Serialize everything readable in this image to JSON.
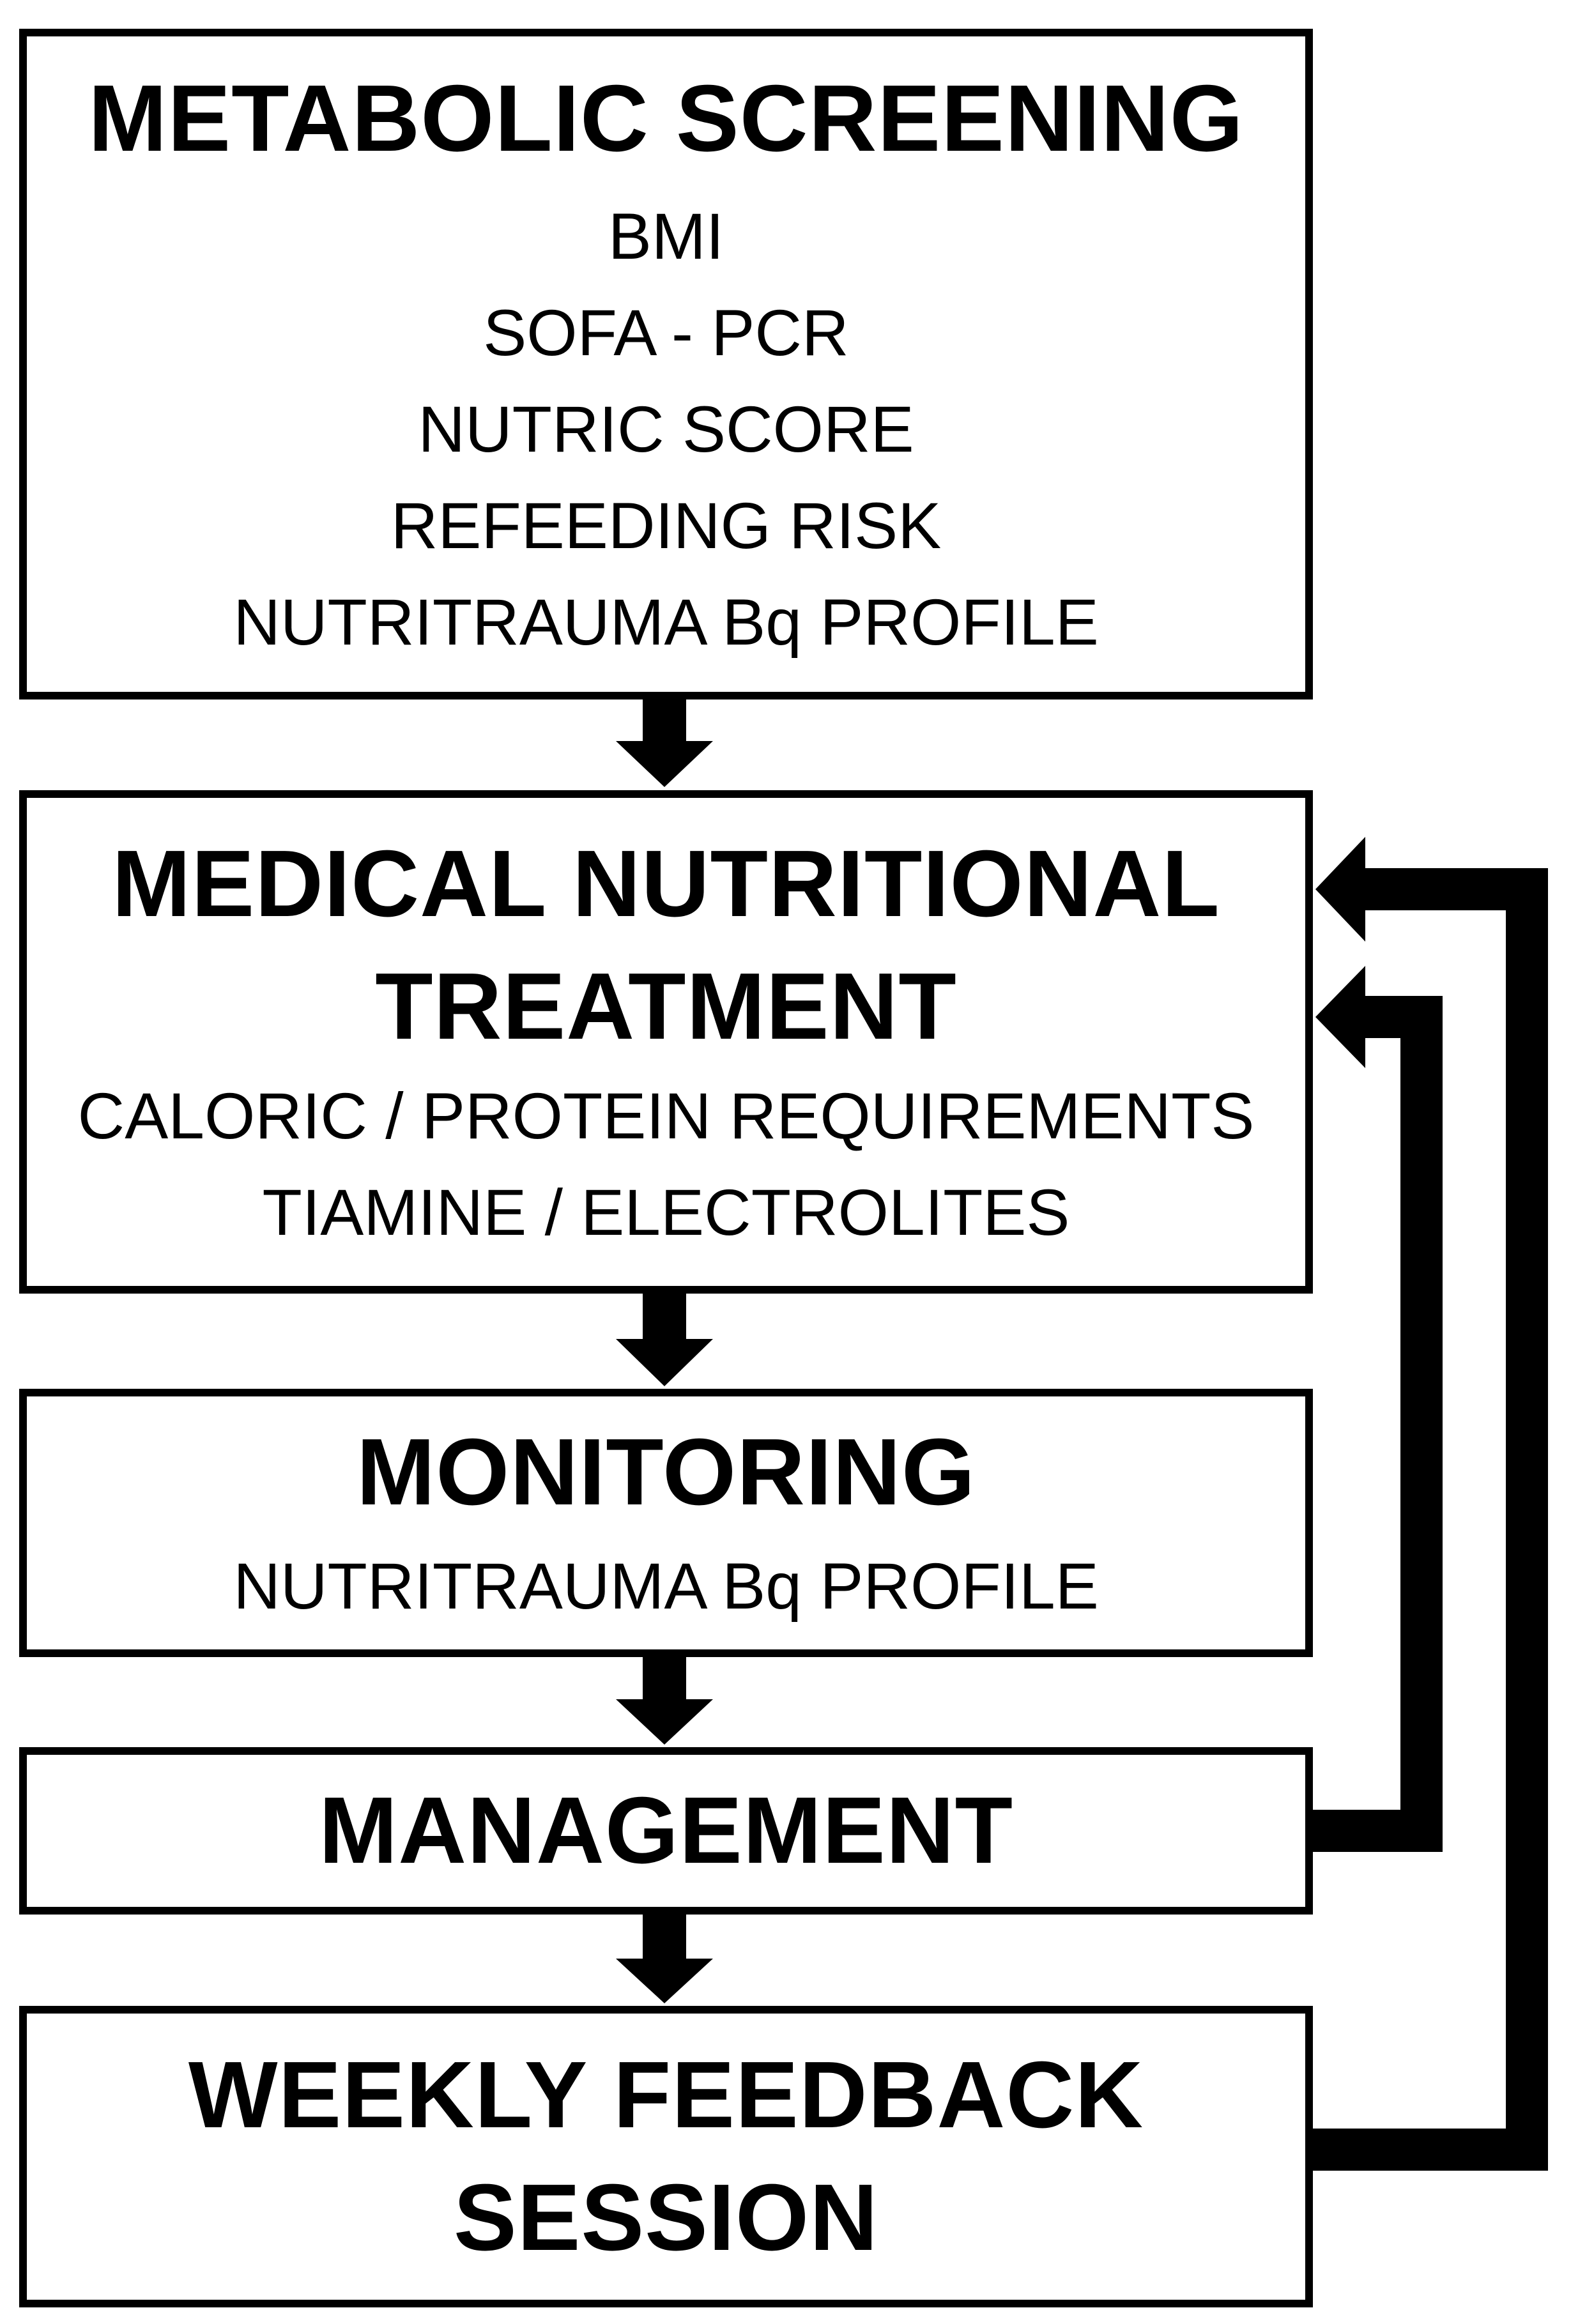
{
  "steps": [
    {
      "id": "screening",
      "title_lines": [
        "METABOLIC SCREENING"
      ],
      "items": [
        "BMI",
        "SOFA - PCR",
        "NUTRIC SCORE",
        "REFEEDING RISK",
        "NUTRITRAUMA Bq PROFILE"
      ]
    },
    {
      "id": "treatment",
      "title_lines": [
        "MEDICAL NUTRITIONAL",
        "TREATMENT"
      ],
      "items": [
        "CALORIC / PROTEIN REQUIREMENTS",
        "TIAMINE / ELECTROLITES"
      ]
    },
    {
      "id": "monitoring",
      "title_lines": [
        "MONITORING"
      ],
      "items": [
        "NUTRITRAUMA Bq PROFILE"
      ]
    },
    {
      "id": "management",
      "title_lines": [
        "MANAGEMENT"
      ],
      "items": []
    },
    {
      "id": "feedback",
      "title_lines": [
        "WEEKLY FEEDBACK",
        "SESSION"
      ],
      "items": []
    }
  ],
  "arrows": [
    {
      "from": "screening",
      "to": "treatment",
      "kind": "down"
    },
    {
      "from": "treatment",
      "to": "monitoring",
      "kind": "down"
    },
    {
      "from": "monitoring",
      "to": "management",
      "kind": "down"
    },
    {
      "from": "management",
      "to": "feedback",
      "kind": "down"
    },
    {
      "from": "management",
      "to": "treatment",
      "kind": "feedback-loop"
    },
    {
      "from": "feedback",
      "to": "treatment",
      "kind": "feedback-loop"
    }
  ],
  "colors": {
    "stroke": "#000000",
    "fill": "#ffffff"
  }
}
